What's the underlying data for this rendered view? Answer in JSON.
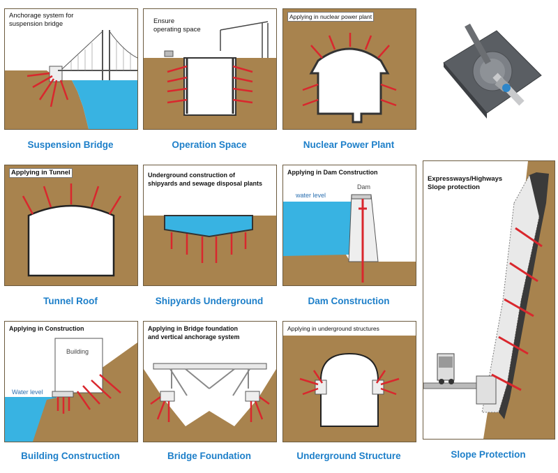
{
  "panels": [
    {
      "id": "suspension",
      "label": "Anchorage system for\nsuspension bridge",
      "caption": "Suspension Bridge"
    },
    {
      "id": "operation",
      "label": "Ensure\noperating space",
      "caption": "Operation Space"
    },
    {
      "id": "nuclear",
      "label": "Applying in nuclear power plant",
      "caption": "Nuclear Power Plant"
    },
    {
      "id": "product",
      "label": "",
      "caption": ""
    },
    {
      "id": "tunnel",
      "label": "Applying in Tunnel",
      "caption": "Tunnel Roof"
    },
    {
      "id": "shipyard",
      "label": "Underground construction of\nshipyards and sewage disposal plants",
      "caption": "Shipyards Underground"
    },
    {
      "id": "dam",
      "label": "Applying in Dam Construction",
      "caption": "Dam Construction",
      "water_label": "water level",
      "dam_label": "Dam"
    },
    {
      "id": "slope",
      "label": "Expressways/Highways\nSlope protection",
      "caption": "Slope Protection"
    },
    {
      "id": "building",
      "label": "Applying in Construction",
      "caption": "Building Construction",
      "building_label": "Building",
      "water_label": "Water level"
    },
    {
      "id": "bridge",
      "label": "Applying in Bridge foundation\nand vertical anchorage system",
      "caption": "Bridge Foundation"
    },
    {
      "id": "underground",
      "label": "Applying in underground structures",
      "caption": "Underground Structure"
    }
  ],
  "colors": {
    "soil": "#a8834e",
    "water": "#38b3e2",
    "anchor": "#d9272d",
    "caption": "#1d7fc9"
  }
}
